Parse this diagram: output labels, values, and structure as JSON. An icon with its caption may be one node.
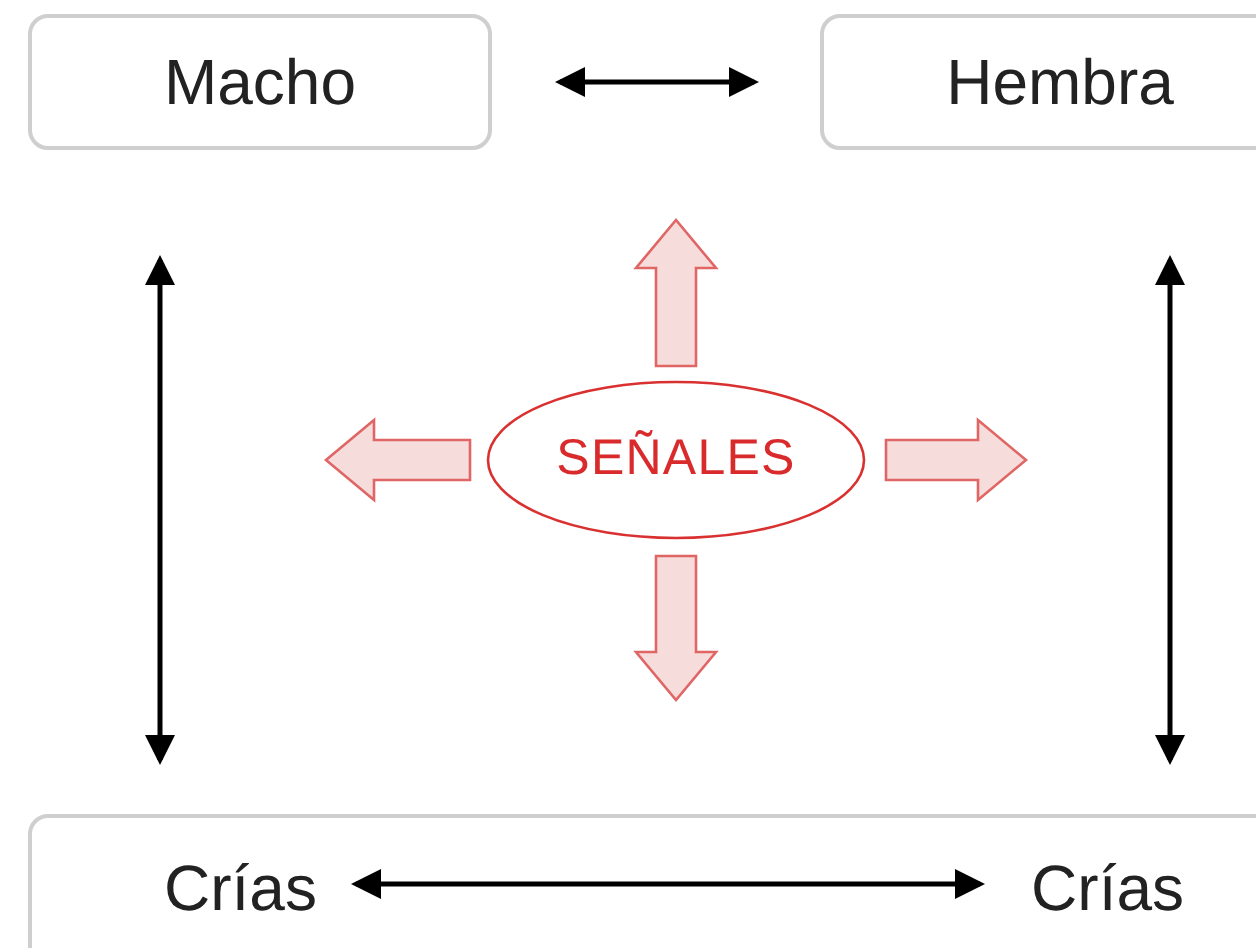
{
  "diagram": {
    "nodes": [
      {
        "text": [
          "Macho"
        ]
      },
      {
        "text": [
          "Hembra"
        ]
      },
      {
        "text": [],
        "shape": "box"
      },
      {
        "text": [
          "Crías"
        ],
        "in": 2
      },
      {
        "text": [
          "Crías"
        ],
        "in": 2
      },
      {
        "text": [
          "SEÑALES"
        ]
      }
    ],
    "edges": [
      {
        "from": 0,
        "to": 1,
        "arrow": "both"
      },
      {
        "from": 0,
        "to": 3,
        "arrow": "both"
      },
      {
        "from": 1,
        "to": 4,
        "arrow": "both"
      },
      {
        "from": 3,
        "to": 4,
        "arrow": "both"
      },
      {
        "from": 5,
        "to": null,
        "arrow": "to",
        "style": "thick",
        "color": "#e06666"
      },
      {
        "from": 5,
        "to": null,
        "arrow": "to",
        "style": "thick",
        "color": "#e06666"
      },
      {
        "from": 5,
        "to": null,
        "arrow": "to",
        "style": "thick",
        "color": "#e06666"
      },
      {
        "from": 5,
        "to": null,
        "arrow": "to",
        "style": "thick",
        "color": "#e06666"
      }
    ]
  }
}
